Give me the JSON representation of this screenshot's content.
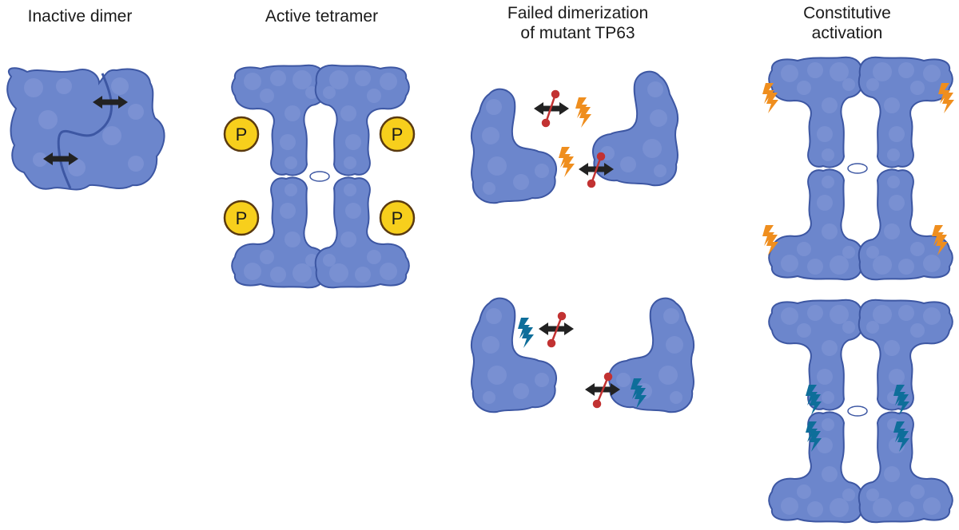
{
  "titles": {
    "inactive_dimer": "Inactive dimer",
    "active_tetramer": "Active tetramer",
    "failed_dimerization": "Failed dimerization\nof mutant TP63",
    "constitutive_activation": "Constitutive\nactivation"
  },
  "phospho_label": "P",
  "colors": {
    "protein_fill": "#6C86CC",
    "protein_stroke": "#3D57A3",
    "protein_blob": "#8297D6",
    "phosphate_fill": "#F7CF1C",
    "phosphate_stroke": "#5A3A10",
    "arrow": "#222222",
    "block_line": "#C23232",
    "mutation_orange": "#EF8E1E",
    "mutation_teal": "#0E6E9A"
  },
  "icons": [
    "double-arrow-icon",
    "blocked-arrow-icon",
    "lightning-mutation-icon",
    "phosphate-icon"
  ]
}
